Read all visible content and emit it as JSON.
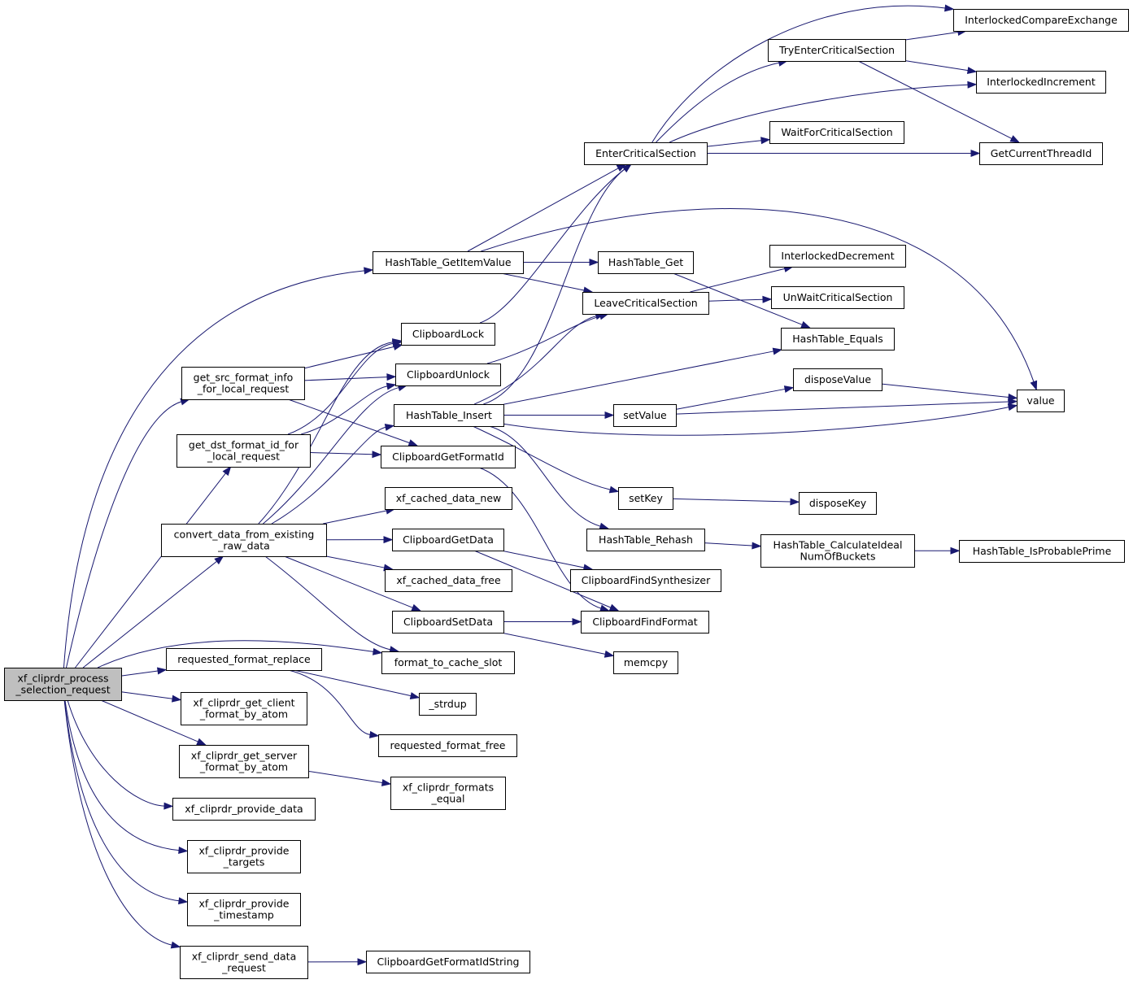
{
  "diagram": {
    "type": "call-graph",
    "colors": {
      "edge": "#191970",
      "root_fill": "#bfbfbf",
      "node_fill": "#ffffff",
      "node_border": "#000000"
    },
    "nodes": [
      {
        "id": "root",
        "lines": [
          "xf_cliprdr_process",
          "_selection_request"
        ],
        "root": true
      },
      {
        "id": "gsfi",
        "lines": [
          "get_src_format_info",
          "_for_local_request"
        ]
      },
      {
        "id": "gdfi",
        "lines": [
          "get_dst_format_id_for",
          "_local_request"
        ]
      },
      {
        "id": "cdfe",
        "lines": [
          "convert_data_from_existing",
          "_raw_data"
        ]
      },
      {
        "id": "rfr",
        "lines": [
          "requested_format_replace"
        ]
      },
      {
        "id": "gcfa",
        "lines": [
          "xf_cliprdr_get_client",
          "_format_by_atom"
        ]
      },
      {
        "id": "gsfa",
        "lines": [
          "xf_cliprdr_get_server",
          "_format_by_atom"
        ]
      },
      {
        "id": "pd",
        "lines": [
          "xf_cliprdr_provide_data"
        ]
      },
      {
        "id": "pt",
        "lines": [
          "xf_cliprdr_provide",
          "_targets"
        ]
      },
      {
        "id": "pts",
        "lines": [
          "xf_cliprdr_provide",
          "_timestamp"
        ]
      },
      {
        "id": "sdr",
        "lines": [
          "xf_cliprdr_send_data",
          "_request"
        ]
      },
      {
        "id": "htgiv",
        "lines": [
          "HashTable_GetItemValue"
        ]
      },
      {
        "id": "cl",
        "lines": [
          "ClipboardLock"
        ]
      },
      {
        "id": "cu",
        "lines": [
          "ClipboardUnlock"
        ]
      },
      {
        "id": "hti",
        "lines": [
          "HashTable_Insert"
        ]
      },
      {
        "id": "cgfi",
        "lines": [
          "ClipboardGetFormatId"
        ]
      },
      {
        "id": "xcdn",
        "lines": [
          "xf_cached_data_new"
        ]
      },
      {
        "id": "cgd",
        "lines": [
          "ClipboardGetData"
        ]
      },
      {
        "id": "xcdf",
        "lines": [
          "xf_cached_data_free"
        ]
      },
      {
        "id": "csd",
        "lines": [
          "ClipboardSetData"
        ]
      },
      {
        "id": "ftcs",
        "lines": [
          "format_to_cache_slot"
        ]
      },
      {
        "id": "strdup",
        "lines": [
          "_strdup"
        ]
      },
      {
        "id": "rff",
        "lines": [
          "requested_format_free"
        ]
      },
      {
        "id": "xfe",
        "lines": [
          "xf_cliprdr_formats",
          "_equal"
        ]
      },
      {
        "id": "cgfis",
        "lines": [
          "ClipboardGetFormatIdString"
        ]
      },
      {
        "id": "ecs",
        "lines": [
          "EnterCriticalSection"
        ]
      },
      {
        "id": "htg",
        "lines": [
          "HashTable_Get"
        ]
      },
      {
        "id": "lcs",
        "lines": [
          "LeaveCriticalSection"
        ]
      },
      {
        "id": "sv",
        "lines": [
          "setValue"
        ]
      },
      {
        "id": "sk",
        "lines": [
          "setKey"
        ]
      },
      {
        "id": "htr",
        "lines": [
          "HashTable_Rehash"
        ]
      },
      {
        "id": "cfs",
        "lines": [
          "ClipboardFindSynthesizer"
        ]
      },
      {
        "id": "cff",
        "lines": [
          "ClipboardFindFormat"
        ]
      },
      {
        "id": "memcpy",
        "lines": [
          "memcpy"
        ]
      },
      {
        "id": "tecs",
        "lines": [
          "TryEnterCriticalSection"
        ]
      },
      {
        "id": "wfcs",
        "lines": [
          "WaitForCriticalSection"
        ]
      },
      {
        "id": "idec",
        "lines": [
          "InterlockedDecrement"
        ]
      },
      {
        "id": "uwcs",
        "lines": [
          "UnWaitCriticalSection"
        ]
      },
      {
        "id": "hte",
        "lines": [
          "HashTable_Equals"
        ]
      },
      {
        "id": "dv",
        "lines": [
          "disposeValue"
        ]
      },
      {
        "id": "dk",
        "lines": [
          "disposeKey"
        ]
      },
      {
        "id": "htcinb",
        "lines": [
          "HashTable_CalculateIdeal",
          "NumOfBuckets"
        ]
      },
      {
        "id": "icx",
        "lines": [
          "InterlockedCompareExchange"
        ]
      },
      {
        "id": "iinc",
        "lines": [
          "InterlockedIncrement"
        ]
      },
      {
        "id": "gcti",
        "lines": [
          "GetCurrentThreadId"
        ]
      },
      {
        "id": "val",
        "lines": [
          "value"
        ]
      },
      {
        "id": "htipp",
        "lines": [
          "HashTable_IsProbablePrime"
        ]
      }
    ],
    "edges": [
      [
        "root",
        "htgiv"
      ],
      [
        "root",
        "gsfi"
      ],
      [
        "root",
        "gdfi"
      ],
      [
        "root",
        "cdfe"
      ],
      [
        "root",
        "ftcs"
      ],
      [
        "root",
        "rfr"
      ],
      [
        "root",
        "gcfa"
      ],
      [
        "root",
        "gsfa"
      ],
      [
        "root",
        "pd"
      ],
      [
        "root",
        "pt"
      ],
      [
        "root",
        "pts"
      ],
      [
        "root",
        "sdr"
      ],
      [
        "gsfi",
        "cl"
      ],
      [
        "gsfi",
        "cu"
      ],
      [
        "gsfi",
        "cgfi"
      ],
      [
        "gdfi",
        "cl"
      ],
      [
        "gdfi",
        "cu"
      ],
      [
        "gdfi",
        "cgfi"
      ],
      [
        "cdfe",
        "cl"
      ],
      [
        "cdfe",
        "cu"
      ],
      [
        "cdfe",
        "hti"
      ],
      [
        "cdfe",
        "xcdn"
      ],
      [
        "cdfe",
        "cgd"
      ],
      [
        "cdfe",
        "xcdf"
      ],
      [
        "cdfe",
        "csd"
      ],
      [
        "cdfe",
        "ftcs"
      ],
      [
        "rfr",
        "strdup"
      ],
      [
        "rfr",
        "rff"
      ],
      [
        "gsfa",
        "xfe"
      ],
      [
        "sdr",
        "cgfis"
      ],
      [
        "htgiv",
        "ecs"
      ],
      [
        "htgiv",
        "htg"
      ],
      [
        "htgiv",
        "lcs"
      ],
      [
        "htgiv",
        "val"
      ],
      [
        "cl",
        "ecs"
      ],
      [
        "cu",
        "lcs"
      ],
      [
        "hti",
        "ecs"
      ],
      [
        "hti",
        "lcs"
      ],
      [
        "hti",
        "hte"
      ],
      [
        "hti",
        "sv"
      ],
      [
        "hti",
        "sk"
      ],
      [
        "hti",
        "htr"
      ],
      [
        "hti",
        "val"
      ],
      [
        "cgfi",
        "cff"
      ],
      [
        "cgd",
        "cfs"
      ],
      [
        "cgd",
        "cff"
      ],
      [
        "csd",
        "cff"
      ],
      [
        "csd",
        "memcpy"
      ],
      [
        "ecs",
        "icx"
      ],
      [
        "ecs",
        "tecs"
      ],
      [
        "ecs",
        "iinc"
      ],
      [
        "ecs",
        "wfcs"
      ],
      [
        "ecs",
        "gcti"
      ],
      [
        "tecs",
        "icx"
      ],
      [
        "tecs",
        "iinc"
      ],
      [
        "tecs",
        "gcti"
      ],
      [
        "htg",
        "hte"
      ],
      [
        "lcs",
        "idec"
      ],
      [
        "lcs",
        "uwcs"
      ],
      [
        "sv",
        "dv"
      ],
      [
        "sv",
        "val"
      ],
      [
        "dv",
        "val"
      ],
      [
        "sk",
        "dk"
      ],
      [
        "htr",
        "htcinb"
      ],
      [
        "htcinb",
        "htipp"
      ]
    ]
  }
}
